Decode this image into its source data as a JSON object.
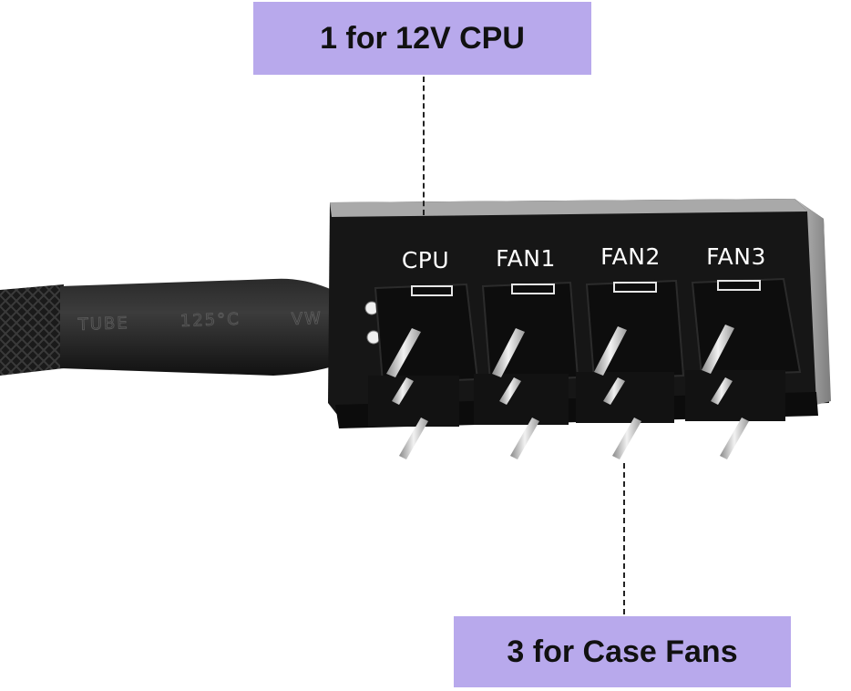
{
  "callouts": {
    "top": "1 for 12V CPU",
    "bottom": "3 for Case Fans"
  },
  "hub": {
    "ports": [
      "CPU",
      "FAN1",
      "FAN2",
      "FAN3"
    ]
  },
  "cable": {
    "sleeve_print_1": "TUBE",
    "sleeve_print_2": "125°C",
    "sleeve_print_3": "VW"
  },
  "colors": {
    "callout_bg": "#b8a9ec",
    "board": "#141414",
    "pins": "#d8d8d8",
    "wire_red": "#e03030",
    "wire_yellow": "#f2c200",
    "wire_blue": "#2a55d8"
  }
}
